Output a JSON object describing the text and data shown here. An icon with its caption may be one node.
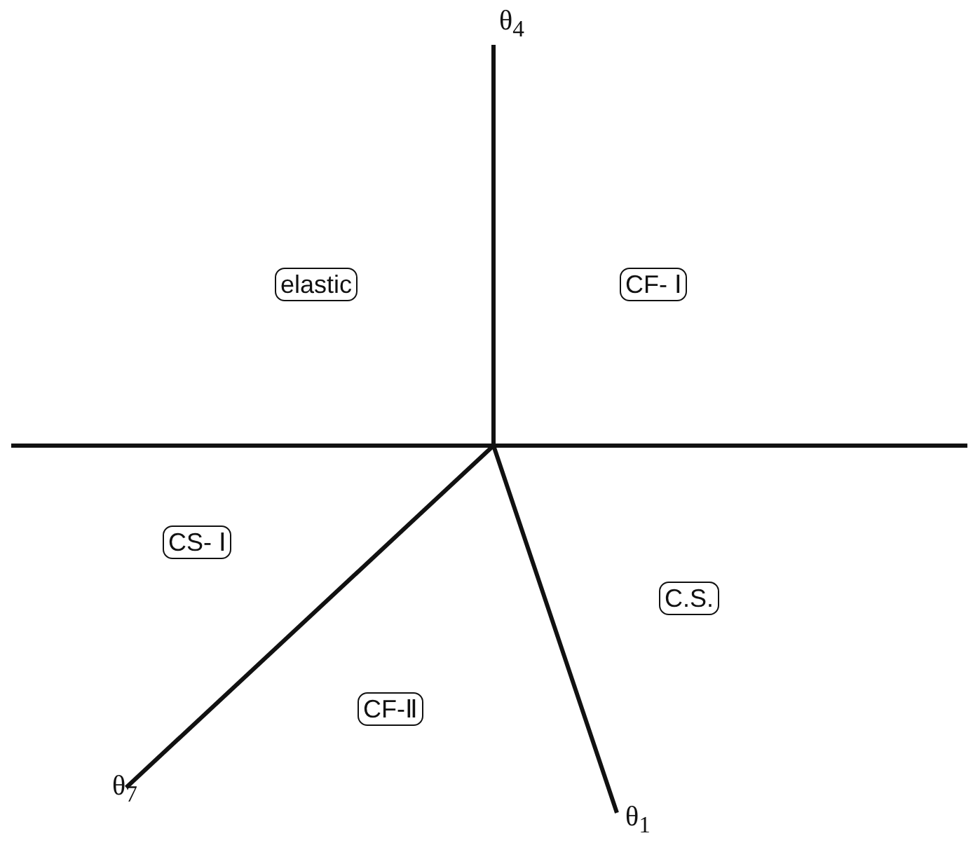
{
  "diagram": {
    "nodes": [
      {
        "text": [
          "elastic"
        ]
      },
      {
        "text": [
          "CF- Ⅰ"
        ]
      },
      {
        "text": [
          "CS- Ⅰ"
        ]
      },
      {
        "text": [
          "C.S."
        ]
      },
      {
        "text": [
          "CF-Ⅱ"
        ]
      }
    ],
    "labels": [
      "θ$_{4}$",
      "θ$_{7}$",
      "θ$_{1}$"
    ]
  }
}
